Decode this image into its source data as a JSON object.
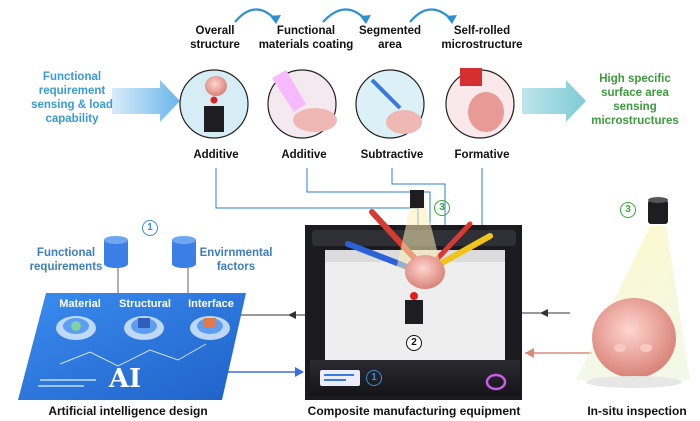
{
  "top": {
    "left_text": "Functional requirement sensing & load capability",
    "right_text": "High specific surface area sensing microstructures",
    "steps": [
      {
        "title": "Overall structure",
        "process": "Additive"
      },
      {
        "title": "Functional materials coating",
        "process": "Additive"
      },
      {
        "title": "Segmented area",
        "process": "Subtractive"
      },
      {
        "title": "Self-rolled microstructure",
        "process": "Formative"
      }
    ]
  },
  "ai_panel": {
    "functional_requirements": "Functional requirements",
    "environmental_factors": "Envirnmental factors",
    "tabs": [
      "Material",
      "Structural",
      "Interface"
    ],
    "logo": "AI",
    "badge": "1",
    "caption": "Artificial intelligence design"
  },
  "machine": {
    "badge_center": "2",
    "badge_panel": "1",
    "badge_top": "3",
    "caption": "Composite manufacturing equipment"
  },
  "inspection": {
    "badge": "3",
    "caption": "In-situ inspection"
  },
  "colors": {
    "accent_blue": "#3a9ad9",
    "accent_green": "#3c9b3c",
    "panel_blue": "#2f7fe0",
    "machine_dark": "#1e1e24"
  }
}
